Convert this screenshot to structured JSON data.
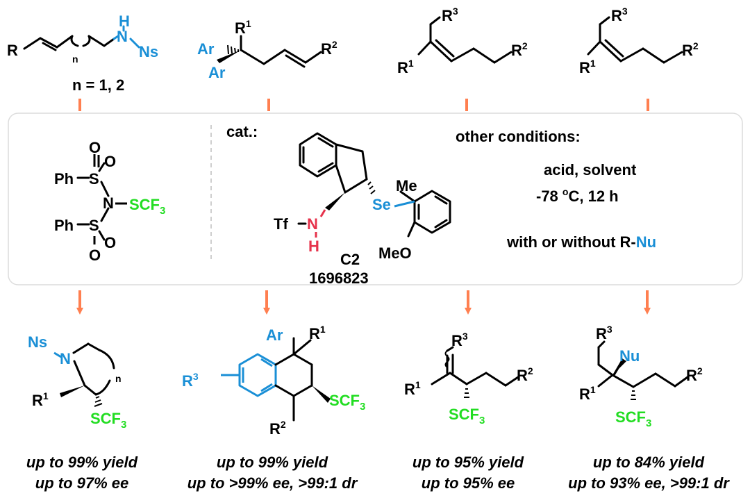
{
  "colors": {
    "blue": "#1a8fd6",
    "green": "#22dd22",
    "red": "#e6324b",
    "arrow": "#ff7f50",
    "panel_border": "#dcdcdc",
    "dashed": "#bdbdbd"
  },
  "substrates": [
    {
      "n_label": "n",
      "n_value": "n = 1, 2",
      "R": "R",
      "NH_H": "H",
      "NH_N": "N",
      "Ns": "Ns"
    },
    {
      "R1": "R",
      "R1_sup": "1",
      "Ar_a": "Ar",
      "Ar_b": "Ar",
      "R2": "R",
      "R2_sup": "2"
    },
    {
      "R3": "R",
      "R3_sup": "3",
      "R1": "R",
      "R1_sup": "1",
      "R2": "R",
      "R2_sup": "2"
    },
    {
      "R3": "R",
      "R3_sup": "3",
      "R1": "R",
      "R1_sup": "1",
      "R2": "R",
      "R2_sup": "2"
    }
  ],
  "reagent": {
    "Ph_top": "Ph",
    "S_top": "S",
    "O1": "O",
    "O2": "O",
    "N": "N",
    "SCF3": "SCF",
    "SCF3_sub": "3",
    "Ph_bot": "Ph",
    "S_bot": "S",
    "O3": "O",
    "O4": "O"
  },
  "catalyst": {
    "label": "cat.:",
    "Tf": "Tf",
    "N": "N",
    "H": "H",
    "Se": "Se",
    "Me": "Me",
    "MeO": "MeO",
    "name": "C2",
    "ccdc": "1696823"
  },
  "conditions": {
    "title": "other conditions:",
    "line1": "acid, solvent",
    "line2_pre": "-78 ",
    "line2_sup": "o",
    "line2_post": "C, 12 h",
    "line3_pre": "with or without R-",
    "line3_nu": "Nu"
  },
  "products": [
    {
      "Ns": "Ns",
      "N": "N",
      "n_label": "n",
      "R1": "R",
      "R1_sup": "1",
      "SCF3": "SCF",
      "SCF3_sub": "3"
    },
    {
      "Ar": "Ar",
      "R1": "R",
      "R1_sup": "1",
      "R3": "R",
      "R3_sup": "3",
      "SCF3": "SCF",
      "SCF3_sub": "3",
      "R2": "R",
      "R2_sup": "2"
    },
    {
      "R3": "R",
      "R3_sup": "3",
      "R1": "R",
      "R1_sup": "1",
      "R2": "R",
      "R2_sup": "2",
      "SCF3": "SCF",
      "SCF3_sub": "3"
    },
    {
      "R3": "R",
      "R3_sup": "3",
      "Nu": "Nu",
      "R1": "R",
      "R1_sup": "1",
      "R2": "R",
      "R2_sup": "2",
      "SCF3": "SCF",
      "SCF3_sub": "3"
    }
  ],
  "results": [
    {
      "line1": "up to 99% yield",
      "line2": "up to 97% ee"
    },
    {
      "line1": "up to 99% yield",
      "line2": "up to >99% ee, >99:1 dr"
    },
    {
      "line1": "up to 95% yield",
      "line2": "up to 95% ee"
    },
    {
      "line1": "up to 84% yield",
      "line2": "up to 93% ee, >99:1 dr"
    }
  ]
}
